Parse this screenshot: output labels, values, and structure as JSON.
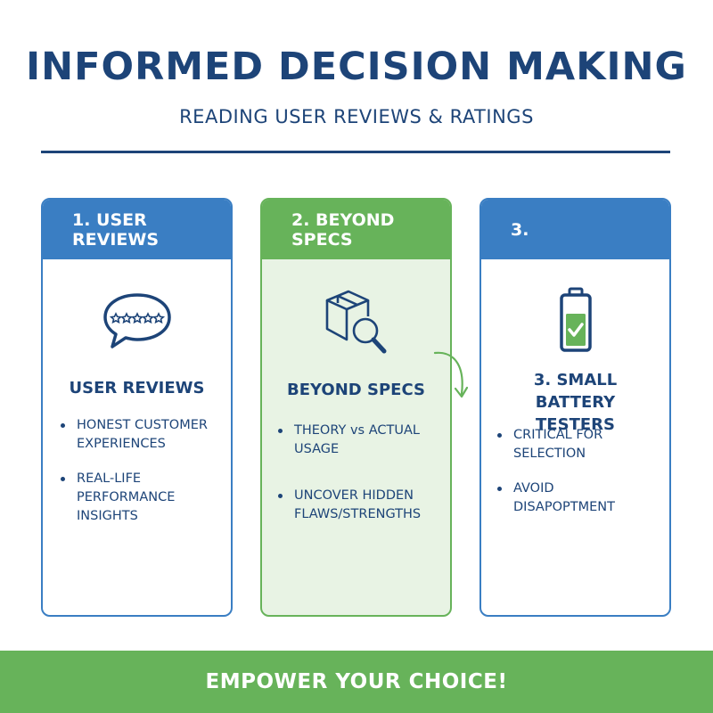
{
  "header": {
    "title": "INFORMED DECISION MAKING",
    "subtitle": "READING USER REVIEWS & RATINGS"
  },
  "cards": [
    {
      "header": "1. USER REVIEWS",
      "icon": "speech-bubble-stars-icon",
      "title": "USER REVIEWS",
      "bullets": [
        "HONEST CUSTOMER EXPERIENCES",
        "REAL-LIFE PERFORMANCE INSIGHTS"
      ]
    },
    {
      "header": "2. BEYOND SPECS",
      "icon": "box-magnifier-icon",
      "title": "BEYOND SPECS",
      "bullets": [
        "THEORY vs ACTUAL USAGE",
        "UNCOVER HIDDEN FLAWS/STRENGTHS"
      ]
    },
    {
      "header": "3.",
      "icon": "battery-check-icon",
      "title": "3. SMALL BATTERY TESTERS",
      "bullets": [
        "CRITICAL FOR SELECTION",
        "AVOID DISAPOPTMENT"
      ]
    }
  ],
  "footer": {
    "text": "EMPOWER YOUR CHOICE!"
  },
  "colors": {
    "navy": "#1d4478",
    "blue": "#3a7ec3",
    "green": "#67b35a",
    "green_tint": "#e8f3e4"
  }
}
